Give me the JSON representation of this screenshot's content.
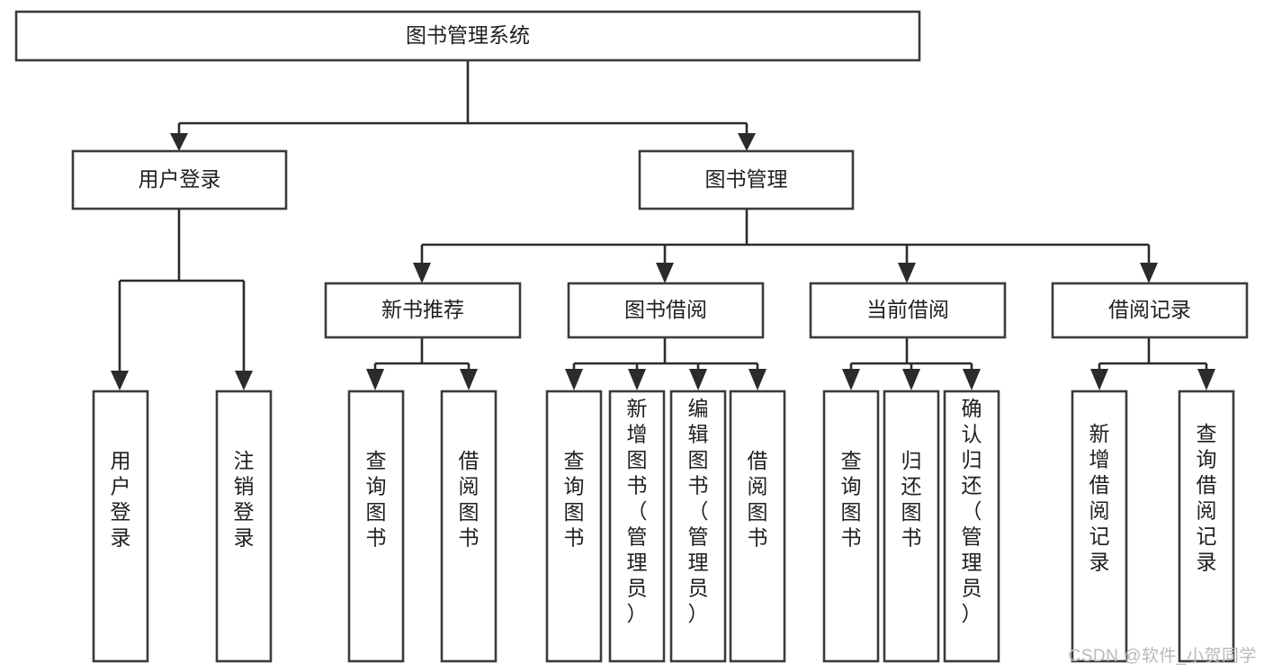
{
  "diagram": {
    "type": "tree-hierarchy-chart",
    "title": "图书管理系统",
    "levels": {
      "root": {
        "label": "图书管理系统"
      },
      "level2": [
        {
          "id": "user-login",
          "label": "用户登录"
        },
        {
          "id": "book-management",
          "label": "图书管理"
        }
      ],
      "level3": [
        {
          "id": "new-book-recommend",
          "label": "新书推荐",
          "parent": "book-management"
        },
        {
          "id": "book-borrow",
          "label": "图书借阅",
          "parent": "book-management"
        },
        {
          "id": "current-borrow",
          "label": "当前借阅",
          "parent": "book-management"
        },
        {
          "id": "borrow-record",
          "label": "借阅记录",
          "parent": "book-management"
        }
      ],
      "leaves": [
        {
          "id": "leaf-user-login",
          "label": "用户登录",
          "parent": "user-login"
        },
        {
          "id": "leaf-logout-login",
          "label": "注销登录",
          "parent": "user-login"
        },
        {
          "id": "leaf-query-book-1",
          "label": "查询图书",
          "parent": "new-book-recommend"
        },
        {
          "id": "leaf-borrow-book-1",
          "label": "借阅图书",
          "parent": "new-book-recommend"
        },
        {
          "id": "leaf-query-book-2",
          "label": "查询图书",
          "parent": "book-borrow"
        },
        {
          "id": "leaf-add-book",
          "label": "新增图书（管理员）",
          "parent": "book-borrow"
        },
        {
          "id": "leaf-edit-book",
          "label": "编辑图书（管理员）",
          "parent": "book-borrow"
        },
        {
          "id": "leaf-borrow-book-2",
          "label": "借阅图书",
          "parent": "book-borrow"
        },
        {
          "id": "leaf-query-book-3",
          "label": "查询图书",
          "parent": "current-borrow"
        },
        {
          "id": "leaf-return-book",
          "label": "归还图书",
          "parent": "current-borrow"
        },
        {
          "id": "leaf-confirm-return",
          "label": "确认归还（管理员）",
          "parent": "current-borrow"
        },
        {
          "id": "leaf-add-record",
          "label": "新增借阅记录",
          "parent": "borrow-record"
        },
        {
          "id": "leaf-query-record",
          "label": "查询借阅记录",
          "parent": "borrow-record"
        }
      ]
    },
    "colors": {
      "box_stroke": "#3b3b3b",
      "box_fill": "#ffffff",
      "connector": "#2b2b2b",
      "text": "#1f1f1f",
      "watermark": "#b9b9b9",
      "background": "#ffffff"
    }
  },
  "watermark": {
    "text": "CSDN @软件_小贺同学"
  }
}
